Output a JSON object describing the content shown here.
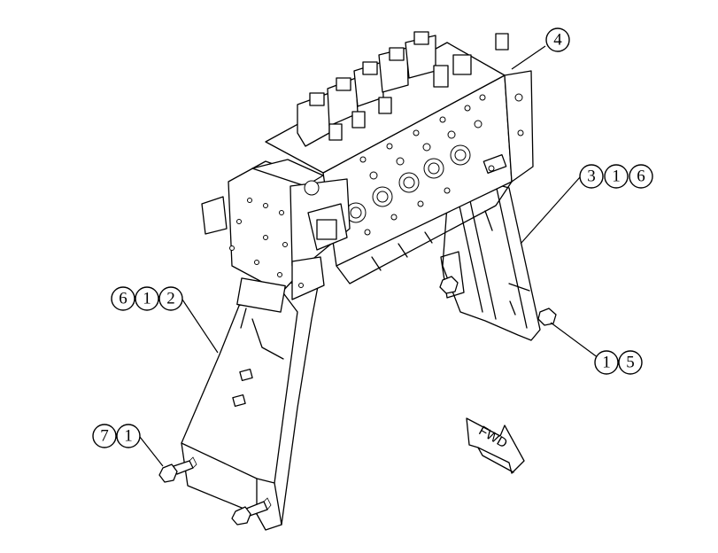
{
  "callouts": [
    {
      "id": "callout-4",
      "digits": [
        "4"
      ]
    },
    {
      "id": "callout-316",
      "digits": [
        "3",
        "1",
        "6"
      ]
    },
    {
      "id": "callout-612",
      "digits": [
        "6",
        "1",
        "2"
      ]
    },
    {
      "id": "callout-15",
      "digits": [
        "1",
        "5"
      ]
    },
    {
      "id": "callout-71",
      "digits": [
        "7",
        "1"
      ]
    }
  ],
  "direction_arrow": {
    "label": "FWD"
  }
}
